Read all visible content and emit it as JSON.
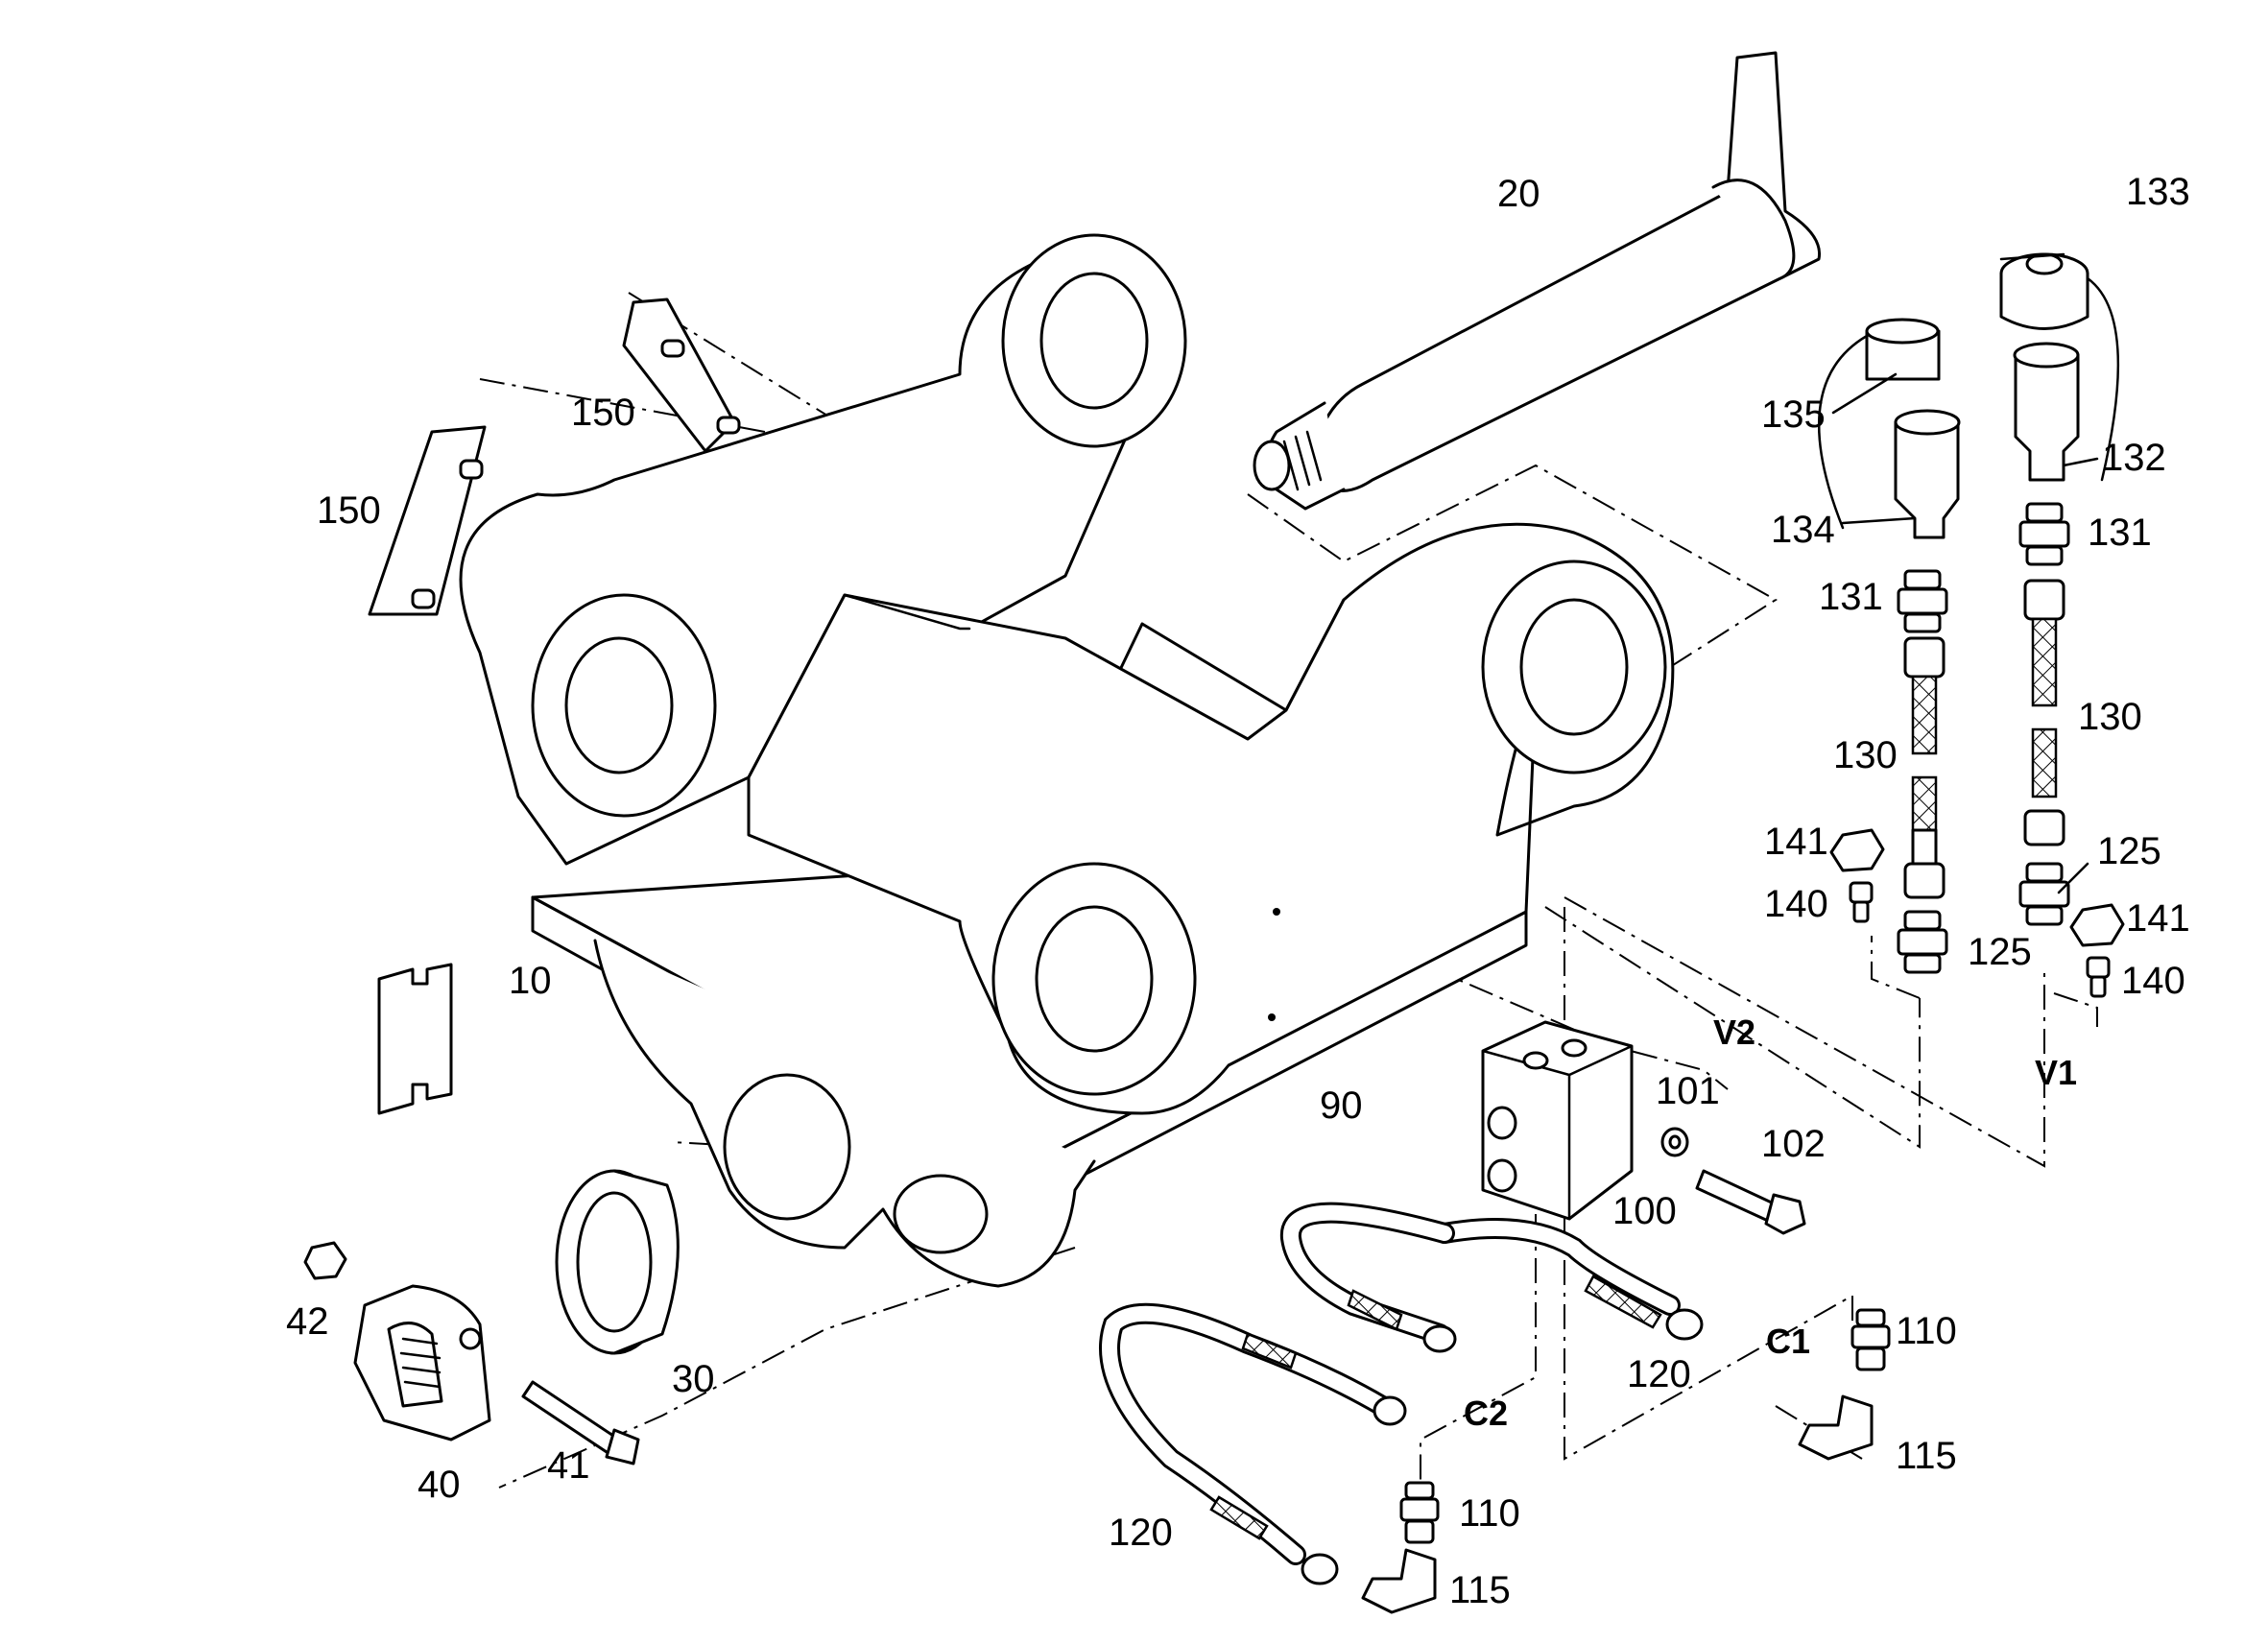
{
  "diagram": {
    "colors": {
      "line": "#000000",
      "background": "#ffffff"
    },
    "labels": {
      "p10": "10",
      "p20": "20",
      "p30": "30",
      "p40": "40",
      "p41": "41",
      "p42": "42",
      "p90": "90",
      "p100": "100",
      "p101": "101",
      "p102": "102",
      "p110a": "110",
      "p110b": "110",
      "p115a": "115",
      "p115b": "115",
      "p120a": "120",
      "p120b": "120",
      "p125a": "125",
      "p125b": "125",
      "p130a": "130",
      "p130b": "130",
      "p131a": "131",
      "p131b": "131",
      "p132": "132",
      "p133": "133",
      "p134": "134",
      "p135": "135",
      "p140a": "140",
      "p140b": "140",
      "p141a": "141",
      "p141b": "141",
      "p150a": "150",
      "p150b": "150",
      "v1": "V1",
      "v2": "V2",
      "c1": "C1",
      "c2": "C2"
    }
  }
}
